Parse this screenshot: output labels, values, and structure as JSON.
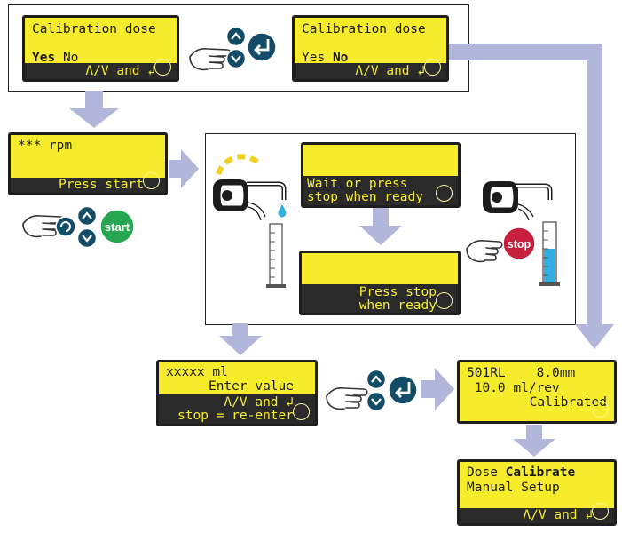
{
  "screens": {
    "cal_yes": {
      "title": "Calibration dose",
      "yes": "Yes",
      "no": "No",
      "footer": "Λ/V and ↲"
    },
    "cal_no": {
      "title": "Calibration dose",
      "yes": "Yes",
      "no": "No",
      "footer": "Λ/V and ↲"
    },
    "rpm": {
      "line1": "*** rpm",
      "footer": "Press start"
    },
    "wait": {
      "line1": "Wait or press",
      "line2": "stop when ready"
    },
    "press_stop": {
      "line1": "Press stop",
      "line2": "when ready"
    },
    "enter_value": {
      "line1": "xxxxx ml",
      "line2": "Enter value",
      "line3": "Λ/V and ↲",
      "line4": "stop = re-enter"
    },
    "calibrated": {
      "line1": "501RL    8.0mm",
      "line2": " 10.0 ml/rev",
      "line3": "Calibrated"
    },
    "menu": {
      "dose": "Dose",
      "calibrate": "Calibrate",
      "manual": "Manual Setup",
      "footer": "Λ/V and ↲"
    }
  },
  "buttons": {
    "start": "start",
    "stop": "stop"
  },
  "colors": {
    "lcd": "#f6ec2c",
    "arrow": "#b1b6da",
    "key": "#134c66",
    "start": "#27a651",
    "stop": "#c8203c",
    "liquid": "#32aee0"
  },
  "icons": [
    "hand-pointer-icon",
    "up-key-icon",
    "down-key-icon",
    "enter-key-icon",
    "rotate-key-icon",
    "start-button",
    "stop-button",
    "pump-head-icon",
    "measuring-cylinder-icon",
    "droplet-icon"
  ]
}
